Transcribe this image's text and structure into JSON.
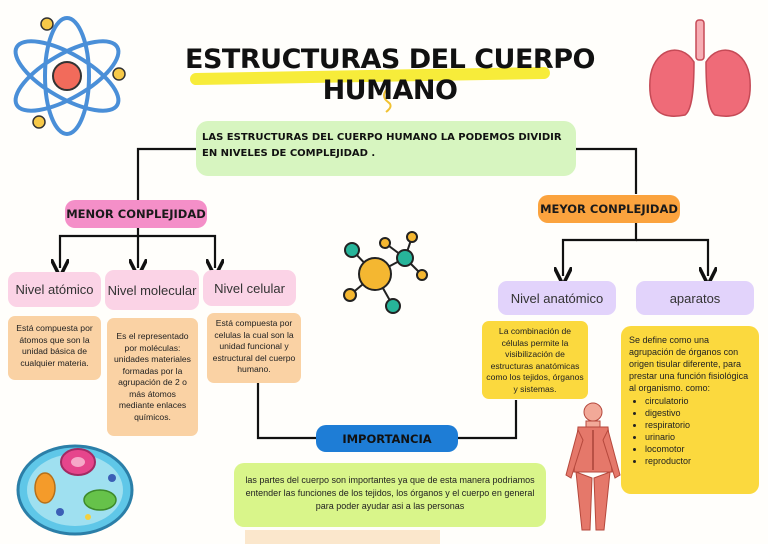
{
  "title": "ESTRUCTURAS DEL CUERPO HUMANO",
  "intro": "LAS ESTRUCTURAS DEL CUERPO HUMANO LA PODEMOS DIVIDIR EN NIVELES DE COMPLEJIDAD .",
  "left_branch": {
    "heading": "MENOR CONPLEJIDAD",
    "nodes": [
      {
        "label": "Nivel atómico",
        "desc": "Está compuesta por átomos que son la unidad básica de cualquier materia."
      },
      {
        "label": "Nivel molecular",
        "desc": "Es el representado por moléculas: unidades materiales formadas por la agrupación de 2 o más átomos mediante enlaces químicos."
      },
      {
        "label": "Nivel celular",
        "desc": "Está compuesta por celulas la cual son la unidad funcional y estructural del cuerpo humano."
      }
    ]
  },
  "right_branch": {
    "heading": "MEYOR CONPLEJIDAD",
    "nodes": [
      {
        "label": "Nivel  anatómico",
        "desc": "La combinación de células permite la visibilización de estructuras anatómicas como los tejidos, órganos y sistemas."
      },
      {
        "label": "aparatos",
        "desc": "Se define como una agrupación de órganos con origen tisular diferente, para prestar una función fisiológica al organismo. como:",
        "items": [
          "circulatorio",
          "digestivo",
          "respiratorio",
          "urinario",
          "locomotor",
          "reproductor"
        ]
      }
    ]
  },
  "importance": {
    "heading": "IMPORTANCIA",
    "text": "las partes del cuerpo son importantes ya que de esta manera podriamos entender las funciones de los tejidos, los órganos y el cuerpo en general para poder ayudar asi a las personas"
  },
  "colors": {
    "pink": "#f48fc8",
    "orange": "#fba33e",
    "blue": "#1e7dd6",
    "green": "#d7f5c0",
    "yellow": "#fbd93e"
  }
}
